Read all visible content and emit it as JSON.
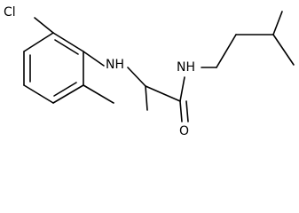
{
  "molecule": {
    "atoms": {
      "chlorine": "Cl",
      "amine_nh": "NH",
      "amide_nh": "NH",
      "carbonyl_o": "O"
    }
  }
}
